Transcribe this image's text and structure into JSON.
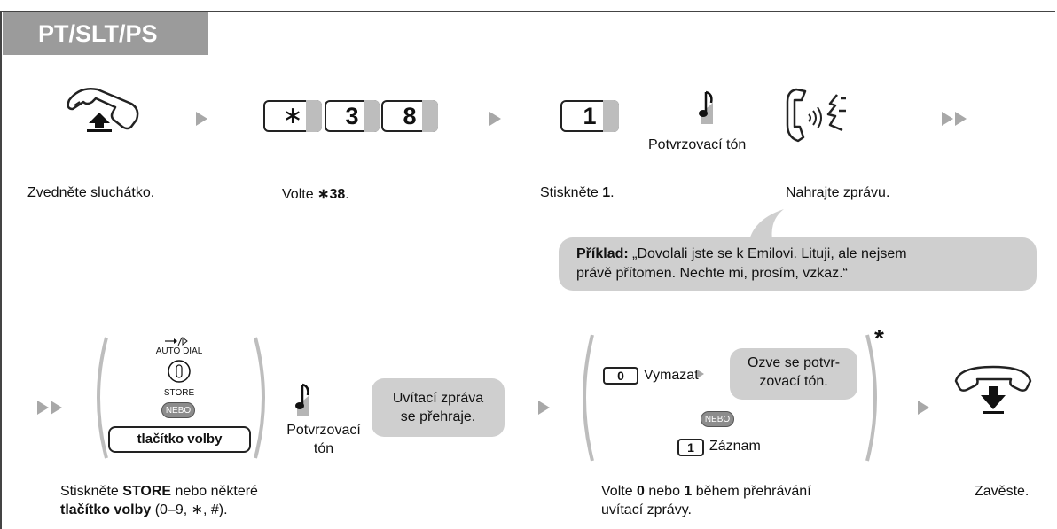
{
  "header": {
    "title": "PT/SLT/PS"
  },
  "row1": {
    "keys": {
      "star": "∗",
      "k3": "3",
      "k8": "8",
      "k1": "1"
    },
    "tone_label": "Potvrzovací tón",
    "captions": {
      "pickup": "Zvedněte sluchátko.",
      "dial_prefix": "Volte ",
      "dial_value": "∗38",
      "dial_suffix": ".",
      "press_prefix": "Stiskněte ",
      "press_value": "1",
      "press_suffix": ".",
      "record": "Nahrajte zprávu."
    }
  },
  "example": {
    "label": "Příklad:",
    "text_line1": " „Dovolali jste se k Emilovi. Lituji, ale nejsem",
    "text_line2": "právě přítomen. Nechte mi, prosím, vzkaz.“"
  },
  "row2": {
    "auto_dial": "AUTO DIAL",
    "store": "STORE",
    "nebo": "NEBO",
    "function_button": "tlačítko volby",
    "tone_line1": "Potvrzovací",
    "tone_line2": "tón",
    "greeting_line1": "Uvítací zpráva",
    "greeting_line2": "se přehraje.",
    "key0": "0",
    "erase": "Vymazat",
    "confirm_line1": "Ozve se potvr-",
    "confirm_line2": "zovací tón.",
    "key1": "1",
    "record": "Záznam",
    "asterisk": "*",
    "captions": {
      "store_p1": "Stiskněte ",
      "store_b1": "STORE",
      "store_p2": " nebo některé",
      "store_b2": "tlačítko volby",
      "store_p3": " (0–9, ∗, #).",
      "dial_p1": "Volte ",
      "dial_b1": "0",
      "dial_p2": " nebo ",
      "dial_b2": "1",
      "dial_p3": " během přehrávání",
      "dial_line2": "uvítací zprávy.",
      "hangup": "Zavěste."
    }
  }
}
